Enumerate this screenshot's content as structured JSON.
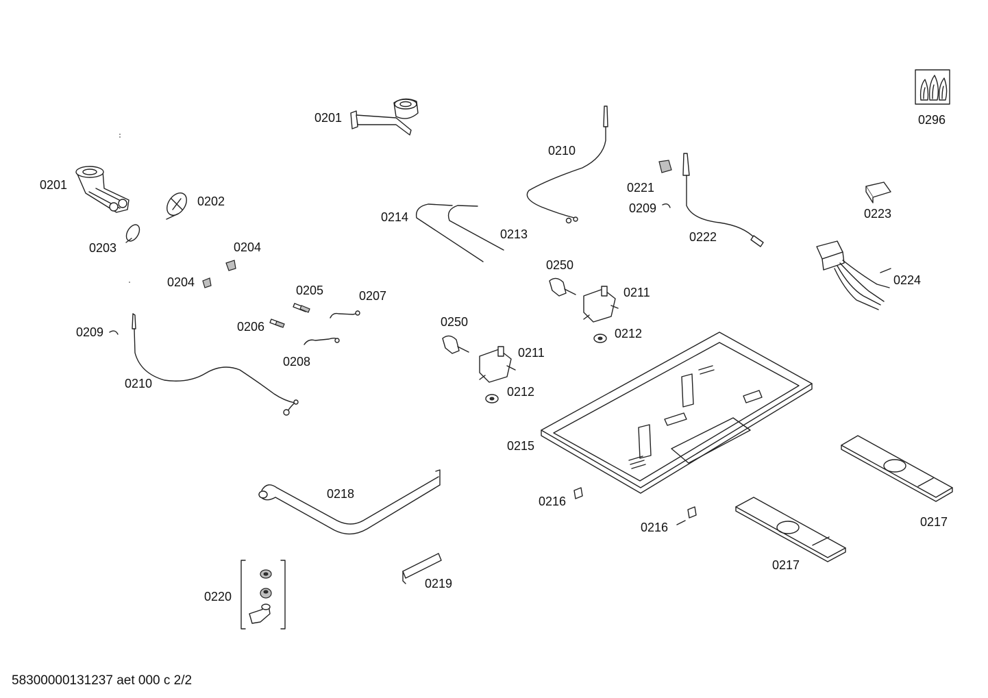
{
  "labels": {
    "p0201a": "0201",
    "p0201b": "0201",
    "p0202": "0202",
    "p0203": "0203",
    "p0204a": "0204",
    "p0204b": "0204",
    "p0205": "0205",
    "p0206": "0206",
    "p0207": "0207",
    "p0208": "0208",
    "p0209a": "0209",
    "p0209b": "0209",
    "p0210a": "0210",
    "p0210b": "0210",
    "p0211a": "0211",
    "p0211b": "0211",
    "p0212a": "0212",
    "p0212b": "0212",
    "p0213": "0213",
    "p0214": "0214",
    "p0215": "0215",
    "p0216a": "0216",
    "p0216b": "0216",
    "p0217a": "0217",
    "p0217b": "0217",
    "p0218": "0218",
    "p0219": "0219",
    "p0220": "0220",
    "p0221": "0221",
    "p0222": "0222",
    "p0223": "0223",
    "p0224": "0224",
    "p0250a": "0250",
    "p0250b": "0250",
    "p0296": "0296"
  },
  "footer": "58300000131237 aet 000 c 2/2"
}
